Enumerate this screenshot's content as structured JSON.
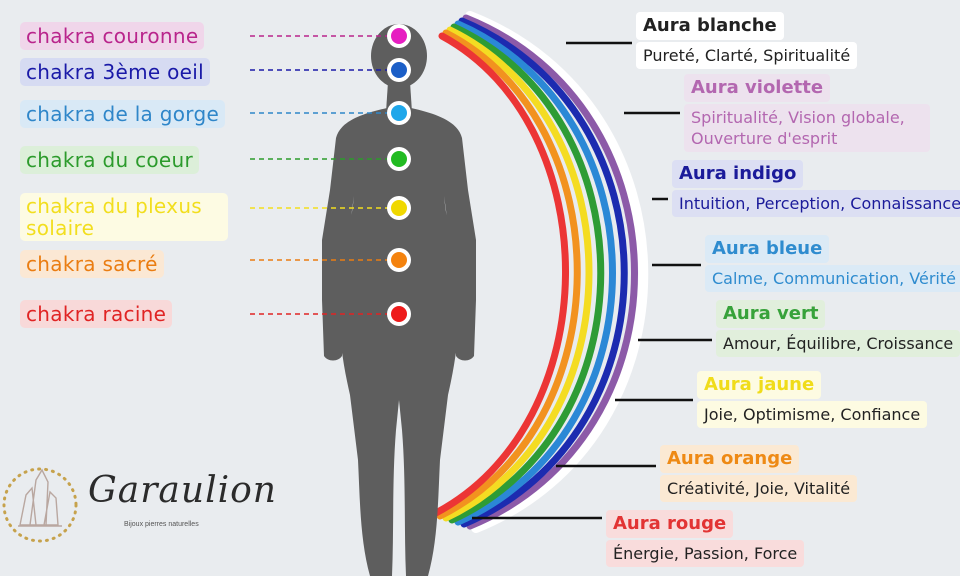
{
  "chakras": [
    {
      "label": "chakra couronne",
      "color": "#b9258c",
      "bg": "#f0d6ea",
      "dot": "#e61ec1"
    },
    {
      "label": "chakra 3ème oeil",
      "color": "#1a1aa8",
      "bg": "#d6dbf2",
      "dot": "#1c5fc7"
    },
    {
      "label": "chakra de la gorge",
      "color": "#2f86c9",
      "bg": "#d9e9f6",
      "dot": "#1fa7ea"
    },
    {
      "label": "chakra du coeur",
      "color": "#2c9b2c",
      "bg": "#dcefd9",
      "dot": "#22bb22"
    },
    {
      "label": "chakra du plexus solaire",
      "color": "#f2de1e",
      "bg": "#fdfbe3",
      "dot": "#f0d800"
    },
    {
      "label": "chakra sacré",
      "color": "#ea7d12",
      "bg": "#fbe8d4",
      "dot": "#f4830f"
    },
    {
      "label": "chakra racine",
      "color": "#e02424",
      "bg": "#f8d9d9",
      "dot": "#ee1b1b"
    }
  ],
  "auras": [
    {
      "title": "Aura blanche",
      "desc": "Pureté, Clarté, Spiritualité",
      "title_color": "#222222",
      "desc_color": "#222222",
      "title_bg": "#ffffff",
      "desc_bg": "#ffffff",
      "arc": "#ffffff"
    },
    {
      "title": "Aura violette",
      "desc": "Spiritualité, Vision globale, Ouverture d'esprit",
      "title_color": "#b367b0",
      "desc_color": "#b367b0",
      "title_bg": "#ede2ee",
      "desc_bg": "#ede2ee",
      "arc": "#8c5aa8"
    },
    {
      "title": "Aura indigo",
      "desc": "Intuition, Perception, Connaissance",
      "title_color": "#1b1b9a",
      "desc_color": "#1b1b9a",
      "title_bg": "#dcdff3",
      "desc_bg": "#dcdff3",
      "arc": "#1c2bb0"
    },
    {
      "title": "Aura bleue",
      "desc": "Calme, Communication, Vérité",
      "title_color": "#2f8ccf",
      "desc_color": "#2f8ccf",
      "title_bg": "#dbeaf6",
      "desc_bg": "#dbeaf6",
      "arc": "#2b88d6"
    },
    {
      "title": "Aura vert",
      "desc": "Amour, Équilibre, Croissance",
      "title_color": "#37a23a",
      "desc_color": "#222222",
      "title_bg": "#e1efdc",
      "desc_bg": "#e1efdc",
      "arc": "#2e9c35"
    },
    {
      "title": "Aura jaune",
      "desc": "Joie, Optimisme, Confiance",
      "title_color": "#f0dc1a",
      "desc_color": "#222222",
      "title_bg": "#fdfbe2",
      "desc_bg": "#fdfbe2",
      "arc": "#f4dc22"
    },
    {
      "title": "Aura orange",
      "desc": "Créativité, Joie, Vitalité",
      "title_color": "#ee8a15",
      "desc_color": "#222222",
      "title_bg": "#fbe9d3",
      "desc_bg": "#fbe9d3",
      "arc": "#f2921f"
    },
    {
      "title": "Aura rouge",
      "desc": "Énergie, Passion, Force",
      "title_color": "#e23434",
      "desc_color": "#222222",
      "title_bg": "#f9dcdc",
      "desc_bg": "#f9dcdc",
      "arc": "#ec3535"
    }
  ],
  "logo": {
    "name": "Garaulion",
    "tagline": "Bijoux pierres naturelles",
    "icon": "crystal-cluster-icon"
  },
  "silhouette": {
    "icon": "human-silhouette-icon",
    "color": "#5e5e5e"
  }
}
